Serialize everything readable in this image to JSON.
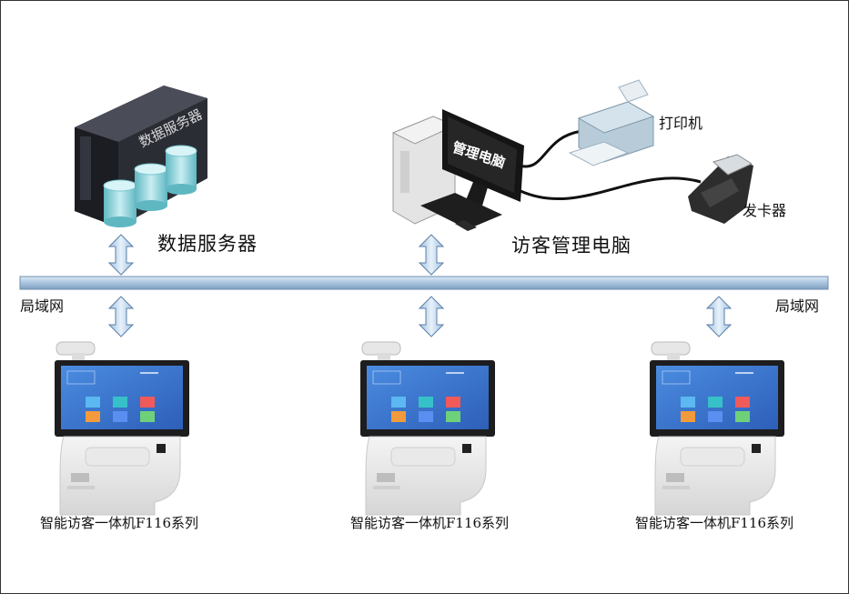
{
  "labels": {
    "server": "数据服务器",
    "server_box_text": "数据服务器",
    "pc": "访客管理电脑",
    "pc_screen_text": "管理电脑",
    "printer": "打印机",
    "card_issuer": "发卡器",
    "lan_left": "局域网",
    "lan_right": "局域网",
    "kiosks": [
      "智能访客一体机F116系列",
      "智能访客一体机F116系列",
      "智能访客一体机F116系列"
    ]
  },
  "colors": {
    "network_bus": "#b8cfe4",
    "arrow_fill": "#bdd7ee",
    "arrow_stroke": "#5b7fa8",
    "server_body": "#2b2d35",
    "cylinder": "#8fd3da",
    "kiosk_screen": "#3a7dd8"
  }
}
